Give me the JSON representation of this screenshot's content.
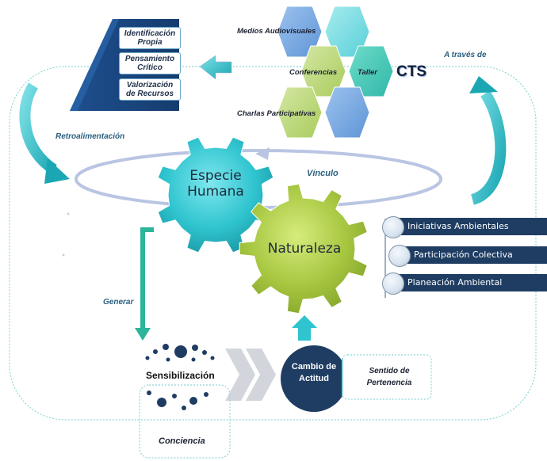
{
  "pyramid": {
    "labels": [
      "Identificación Propia",
      "Pensamiento Crítico",
      "Valorización de Recursos"
    ]
  },
  "hexagons": {
    "labels": [
      "Medios Audiovisuales",
      "Conferencias",
      "Taller",
      "Charlas Participativas"
    ],
    "title": "CTS"
  },
  "flow": {
    "a_traves_de": "A través de",
    "retroalimentacion": "Retroalimentación",
    "vinculo": "Vínculo",
    "generar": "Generar"
  },
  "gears": {
    "especie_humana": "Especie Humana",
    "naturaleza": "Naturaleza"
  },
  "bars": [
    "Iniciativas Ambientales",
    "Participación Colectiva",
    "Planeación Ambiental"
  ],
  "bottom": {
    "sensibilizacion": "Sensibilización",
    "conciencia": "Conciencia",
    "cambio_actitud": "Cambio de Actitud",
    "sentido": "Sentido de Pertenencia"
  },
  "colors": {
    "teal": "#2fc4cf",
    "olive": "#9fc13c",
    "navy": "#1f3d63",
    "frame": "#8fd6d6"
  }
}
